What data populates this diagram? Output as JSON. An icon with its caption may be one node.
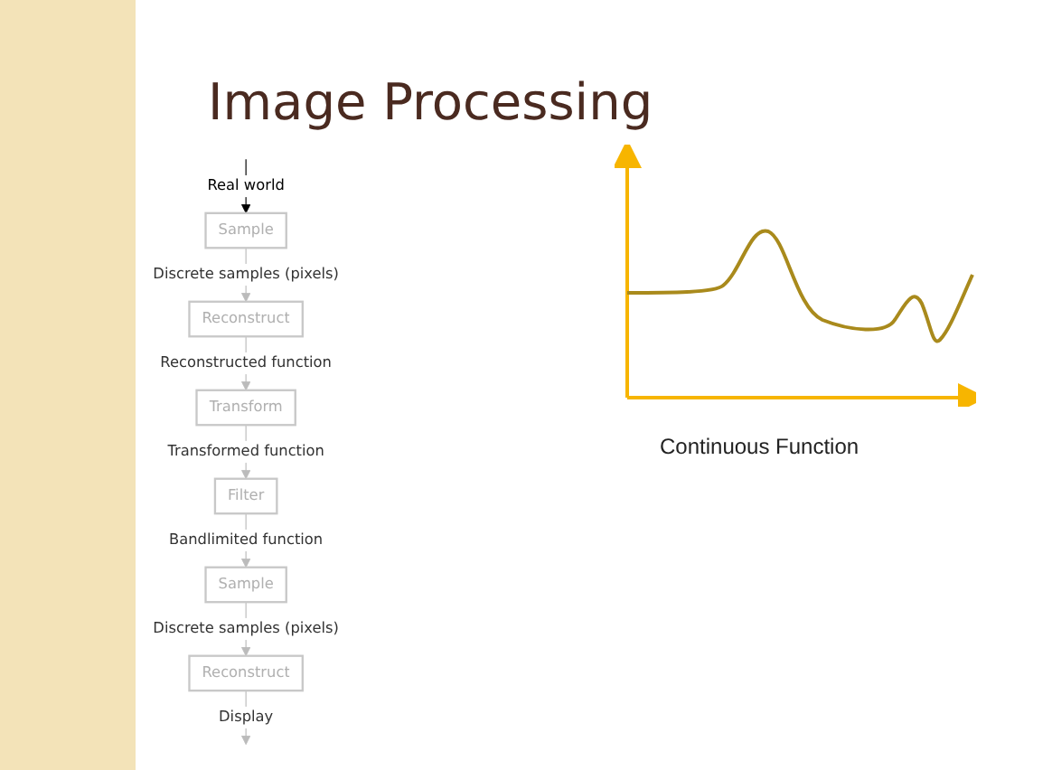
{
  "diagram": {
    "title": "Image Processing",
    "nodes": [
      {
        "text": [
          "Sample"
        ]
      },
      {
        "text": [
          "Reconstruct"
        ]
      },
      {
        "text": [
          "Transform"
        ]
      },
      {
        "text": [
          "Filter"
        ]
      },
      {
        "text": [
          "Sample"
        ]
      },
      {
        "text": [
          "Reconstruct"
        ]
      }
    ],
    "edges": [
      {
        "from": null,
        "to": 0,
        "arrow": "to",
        "label": "Real world",
        "color": "#000000"
      },
      {
        "from": 0,
        "to": 1,
        "arrow": "to",
        "label": "Discrete samples (pixels)"
      },
      {
        "from": 1,
        "to": 2,
        "arrow": "to",
        "label": "Reconstructed function"
      },
      {
        "from": 2,
        "to": 3,
        "arrow": "to",
        "label": "Transformed function"
      },
      {
        "from": 3,
        "to": 4,
        "arrow": "to",
        "label": "Bandlimited function"
      },
      {
        "from": 4,
        "to": 5,
        "arrow": "to",
        "label": "Discrete samples (pixels)"
      },
      {
        "from": 5,
        "to": null,
        "arrow": "to",
        "label": "Display"
      }
    ],
    "labels": [
      "Continuous Function"
    ]
  }
}
